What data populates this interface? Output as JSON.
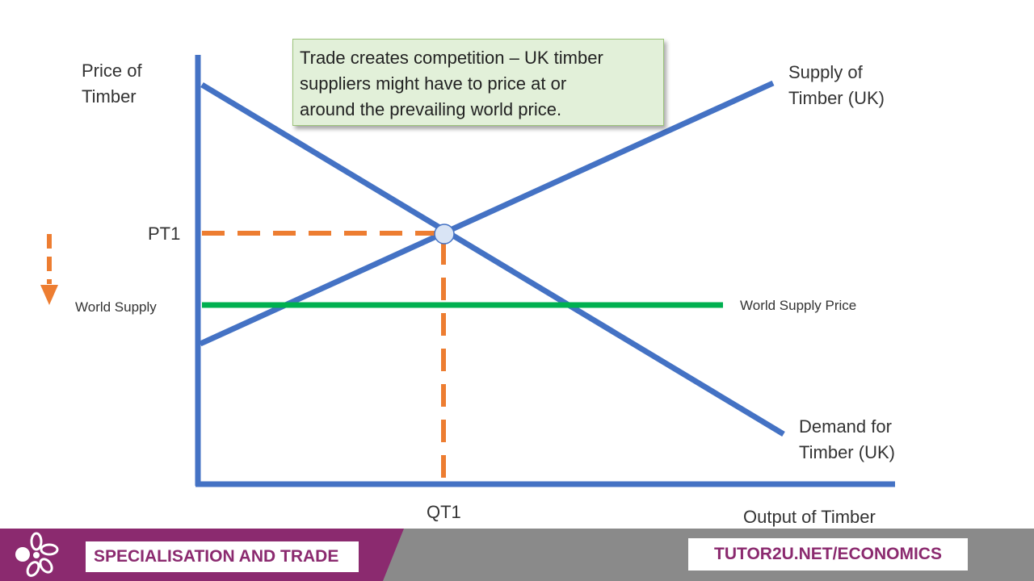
{
  "diagram": {
    "y_axis_label_line1": "Price of",
    "y_axis_label_line2": "Timber",
    "x_axis_label": "Output of Timber",
    "supply_label_line1": "Supply of",
    "supply_label_line2": "Timber (UK)",
    "demand_label_line1": "Demand for",
    "demand_label_line2": "Timber (UK)",
    "price_label": "PT1",
    "quantity_label": "QT1",
    "world_supply_left_label": "World Supply",
    "world_supply_right_label": "World Supply Price",
    "colors": {
      "curves": "#4472c4",
      "world_supply": "#00b050",
      "guide_lines": "#ed7d31",
      "equilibrium_point": "#d9e4f5"
    }
  },
  "callout": {
    "text_line1": "Trade creates competition – UK timber",
    "text_line2": "suppliers might have to price at or",
    "text_line3": "around the prevailing world price."
  },
  "footer": {
    "topic": "SPECIALISATION AND TRADE",
    "website": "TUTOR2U.NET/ECONOMICS",
    "logo_icon": "flower-logo-icon",
    "colors": {
      "band": "#8b2a6f",
      "bar": "#8a8a8a"
    }
  }
}
